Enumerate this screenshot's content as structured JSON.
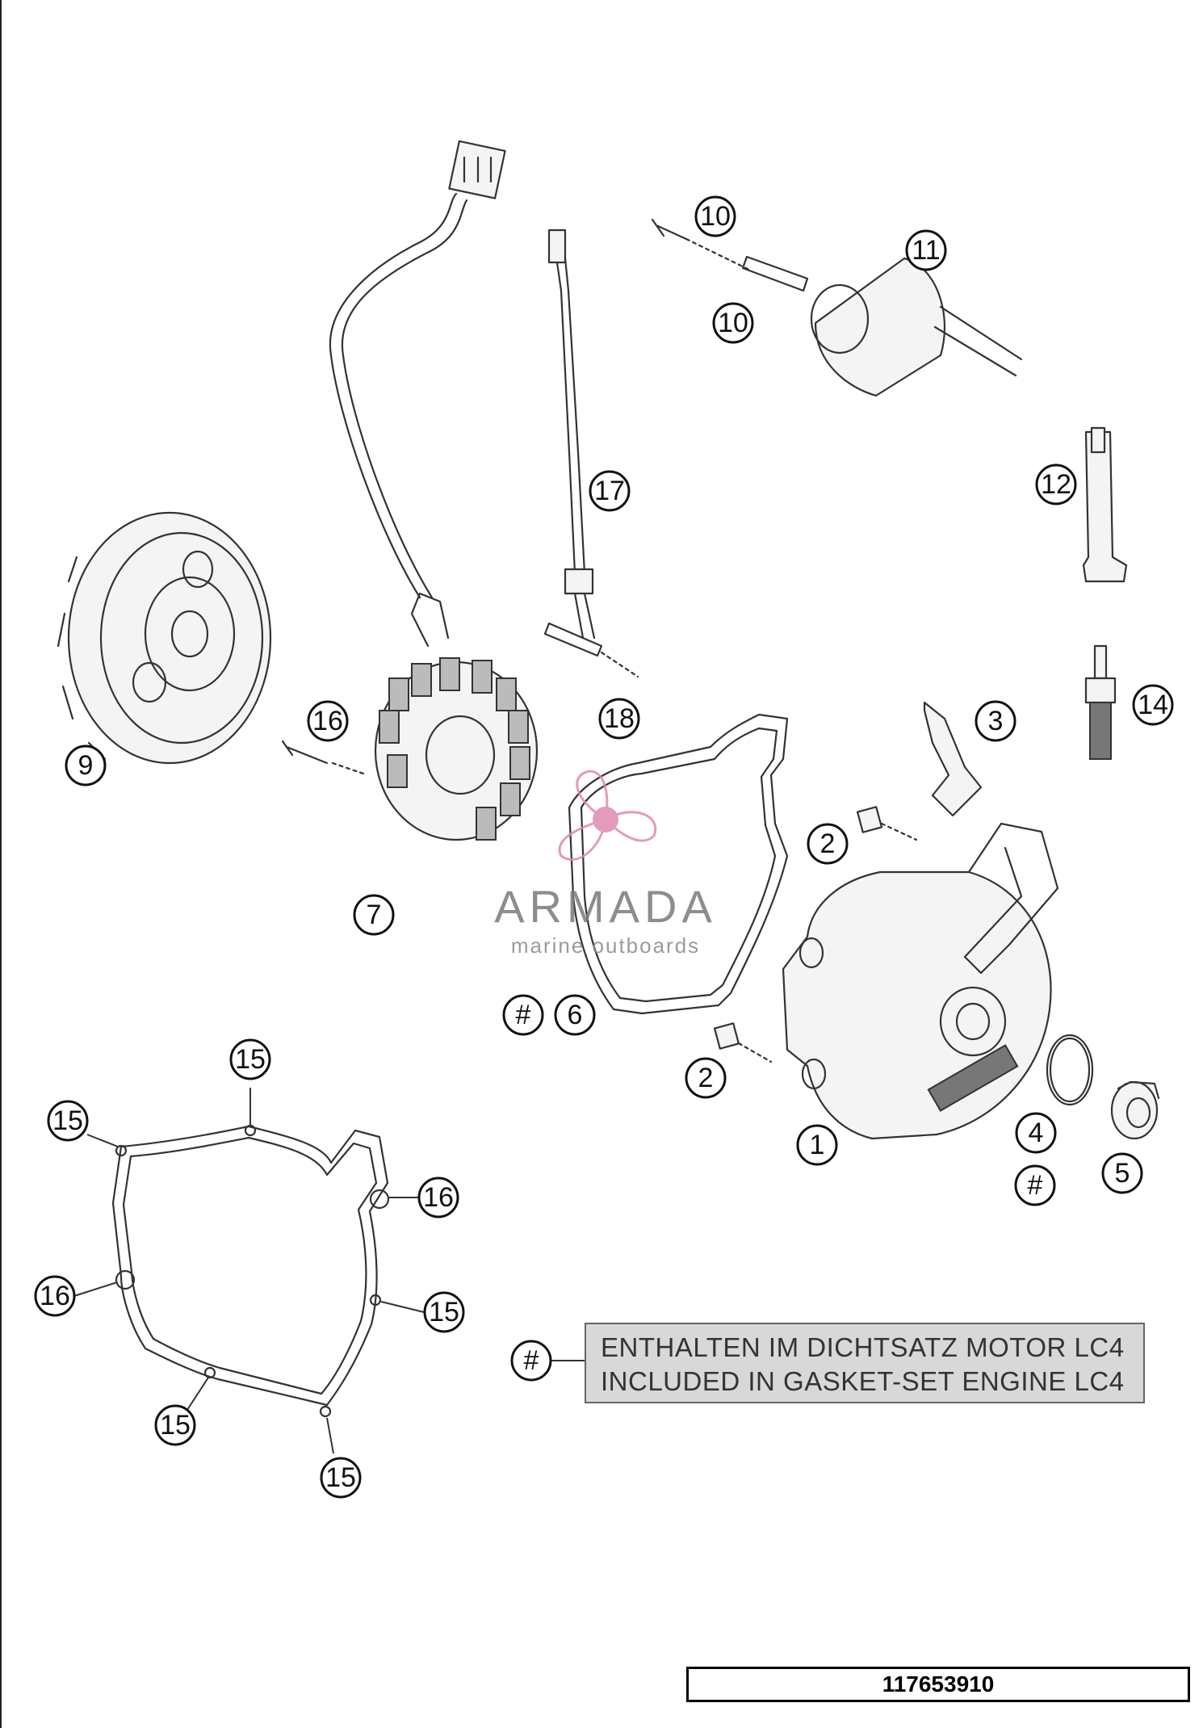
{
  "callouts": {
    "c1": "1",
    "c2a": "2",
    "c2b": "2",
    "c3": "3",
    "c4": "4",
    "c5": "5",
    "c6": "6",
    "c6hash": "#",
    "c4hash": "#",
    "c7": "7",
    "c9": "9",
    "c10a": "10",
    "c10b": "10",
    "c11": "11",
    "c12": "12",
    "c14": "14",
    "c15a": "15",
    "c15b": "15",
    "c15c": "15",
    "c15d": "15",
    "c15e": "15",
    "c16a": "16",
    "c16b": "16",
    "c16c": "16",
    "c17": "17",
    "c18": "18",
    "legend_hash": "#"
  },
  "note": {
    "line1": "ENTHALTEN IM DICHTSATZ MOTOR LC4",
    "line2": "INCLUDED IN GASKET-SET ENGINE LC4"
  },
  "drawing_number": "117653910",
  "watermark": {
    "name": "ARMADA",
    "tagline": "marine outboards",
    "logo_color": "#e08ab0"
  }
}
